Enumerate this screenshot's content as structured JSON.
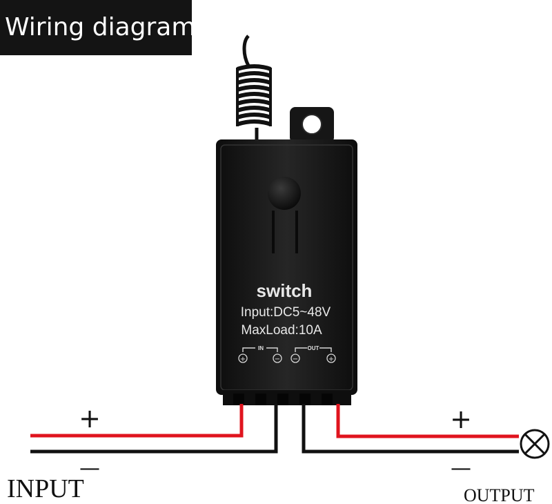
{
  "title": "Wiring diagram",
  "device": {
    "name": "switch",
    "input_spec": "Input:DC5~48V",
    "max_load": "MaxLoad:10A",
    "in_label": "IN",
    "out_label": "OUT",
    "terminal_signs": [
      "+",
      "−",
      "−",
      "+"
    ]
  },
  "input": {
    "label": "INPUT",
    "plus": "+",
    "minus": "—"
  },
  "output": {
    "label": "OUTPUT",
    "plus": "+",
    "minus": "—"
  },
  "colors": {
    "positive_wire": "#e0141e",
    "negative_wire": "#111111",
    "housing": "#1b1b1b",
    "banner": "#141414"
  },
  "icons": {
    "load": "lamp-icon",
    "antenna": "coil-antenna-icon",
    "button": "push-button-icon"
  }
}
